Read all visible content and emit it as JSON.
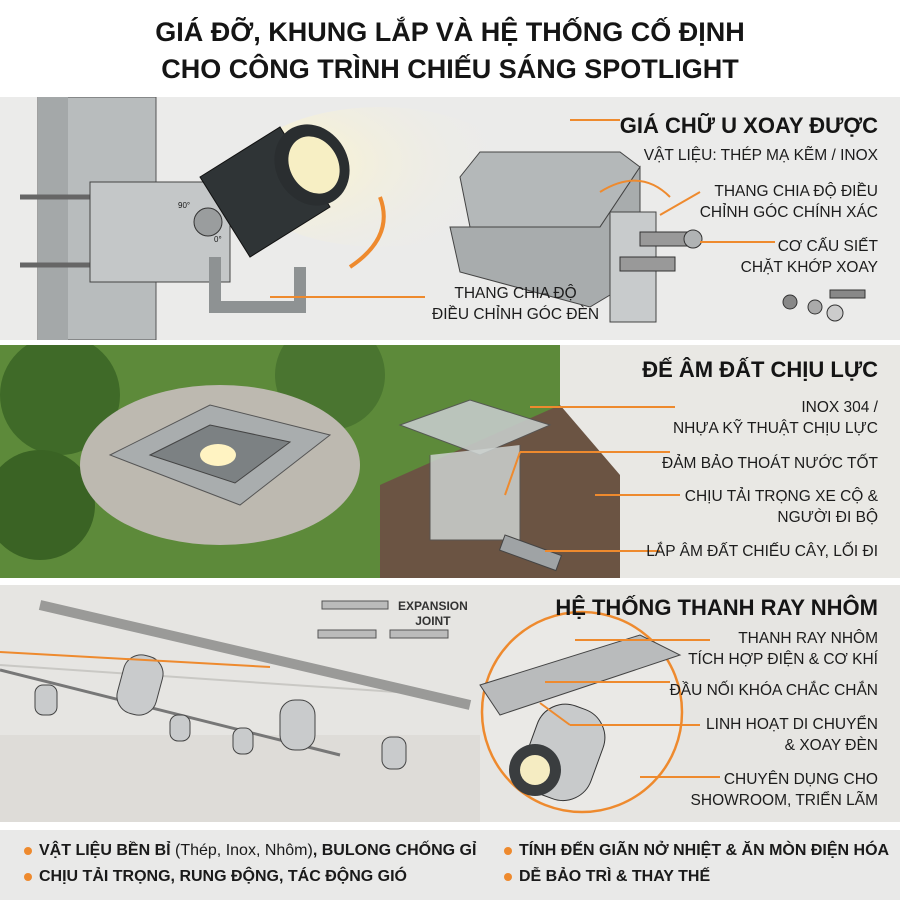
{
  "title": {
    "line1": "GIÁ ĐỠ, KHUNG LẮP VÀ HỆ THỐNG CỐ ĐỊNH",
    "line2": "CHO CÔNG TRÌNH CHIẾU SÁNG SPOTLIGHT"
  },
  "accent_color": "#ee8a2e",
  "section_u_bracket": {
    "heading": "GIÁ CHỮ U XOAY ĐƯỢC",
    "labels": [
      "VẬT LIỆU: THÉP MẠ KẼM / INOX",
      "THANG CHIA ĐỘ ĐIỀU",
      "CHỈNH GÓC CHÍNH XÁC",
      "CƠ CẤU SIẾT",
      "CHẶT KHỚP XOAY"
    ],
    "left_label": [
      "THANG CHIA ĐỘ",
      "ĐIỀU CHỈNH GÓC ĐÈN"
    ],
    "angle_marks": [
      "90°",
      "0°"
    ]
  },
  "section_inground": {
    "heading": "ĐẾ ÂM ĐẤT CHỊU LỰC",
    "labels": [
      "INOX 304 /",
      "NHỰA KỸ THUẬT CHỊU LỰC",
      "ĐẢM BẢO THOÁT NƯỚC TỐT",
      "CHỊU TẢI TRỌNG XE CỘ &",
      "NGƯỜI ĐI BỘ",
      "LẮP ÂM ĐẤT CHIẾU CÂY, LỐI ĐI"
    ]
  },
  "section_track": {
    "heading": "HỆ THỐNG THANH RAY NHÔM",
    "expansion_joint": [
      "EXPANSION",
      "JOINT"
    ],
    "labels": [
      "THANH RAY NHÔM",
      "TÍCH HỢP ĐIỆN & CƠ KHÍ",
      "ĐẦU NỐI KHÓA CHẮC CHẮN",
      "LINH HOẠT DI CHUYỂN",
      "& XOAY ĐÈN",
      "CHUYÊN DỤNG CHO",
      "SHOWROOM, TRIỂN LÃM"
    ]
  },
  "bottom_points": [
    {
      "bold": "VẬT LIỆU BỀN BỈ",
      "normal": " (Thép, Inox, Nhôm)",
      "bold2": ", BULONG CHỐNG GỈ"
    },
    {
      "bold": "CHỊU TẢI TRỌNG, RUNG ĐỘNG, TÁC ĐỘNG GIÓ"
    },
    {
      "bold": "TÍNH ĐẾN GIÃN NỞ NHIỆT & ĂN MÒN ĐIỆN HÓA"
    },
    {
      "bold": "DỄ BẢO TRÌ & THAY THẾ"
    }
  ]
}
